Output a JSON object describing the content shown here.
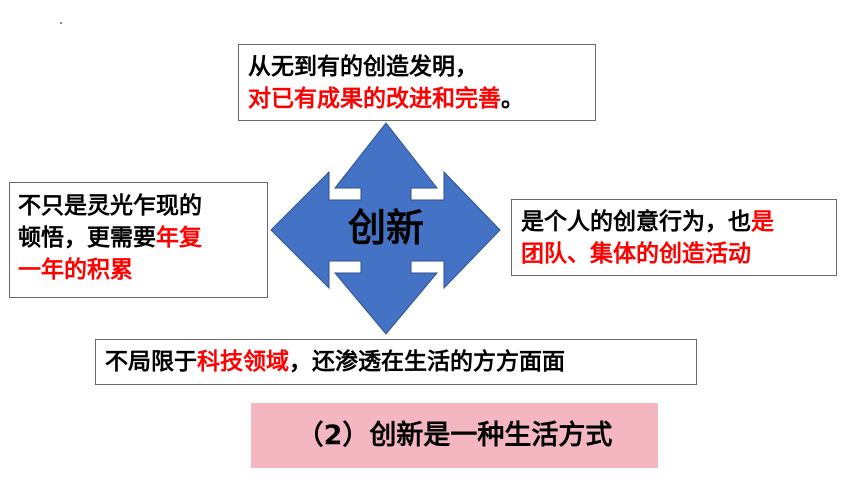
{
  "center_label": "创新",
  "top_box": {
    "line1": "从无到有的创造发明，",
    "line2": "对已有成果的改进和完善",
    "line2_end": "。"
  },
  "left_box": {
    "line1": "不只是灵光乍现的",
    "line2_a": "顿悟，更需要",
    "line2_b": "年复",
    "line3": "一年的积累"
  },
  "right_box": {
    "line1_a": "是个人的创意行为，也",
    "line1_b": "是",
    "line2": "团队、集体的创造活动"
  },
  "bottom_box": {
    "part1": "不局限于",
    "part2": "科技领域",
    "part3": "，还渗透在生活的方方面面"
  },
  "caption": "（2）创新是一种生活方式",
  "colors": {
    "arrow_fill": "#4472c4",
    "arrow_stroke": "#2f528f",
    "highlight": "#ff0000",
    "caption_bg": "#f4b6c1"
  }
}
